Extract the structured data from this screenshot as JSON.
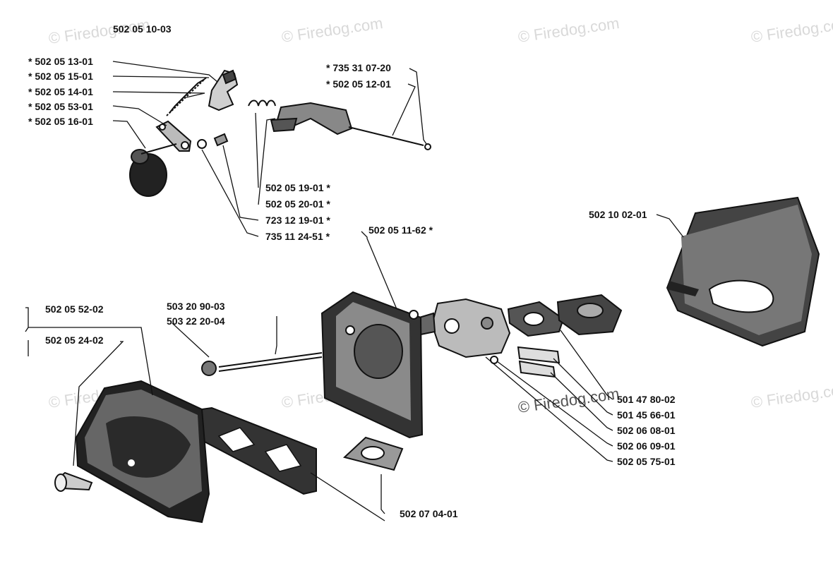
{
  "watermark": "© Firedog.com",
  "labels": {
    "top_assembly": "502 05 10-03",
    "l_13_01": "* 502 05 13-01",
    "l_15_01": "* 502 05 15-01",
    "l_14_01": "* 502 05 14-01",
    "l_53_01": "* 502 05 53-01",
    "l_16_01": "* 502 05 16-01",
    "l_735_31": "* 735 31 07-20",
    "l_12_01": "* 502 05 12-01",
    "l_19_01": "502 05 19-01 *",
    "l_20_01": "502 05 20-01 *",
    "l_723_12": "723 12 19-01 *",
    "l_735_11": "735 11 24-51 *",
    "l_11_62": "502 05 11-62 *",
    "l_10_02": "502 10 02-01",
    "l_52_02": "502 05 52-02",
    "l_24_02": "502 05 24-02",
    "l_503_20": "503 20 90-03",
    "l_503_22": "503 22 20-04",
    "l_501_47": "501 47 80-02",
    "l_501_45": "501 45 66-01",
    "l_06_08": "502 06 08-01",
    "l_06_09": "502 06 09-01",
    "l_75_01": "502 05 75-01",
    "l_07_04": "502 07 04-01"
  }
}
